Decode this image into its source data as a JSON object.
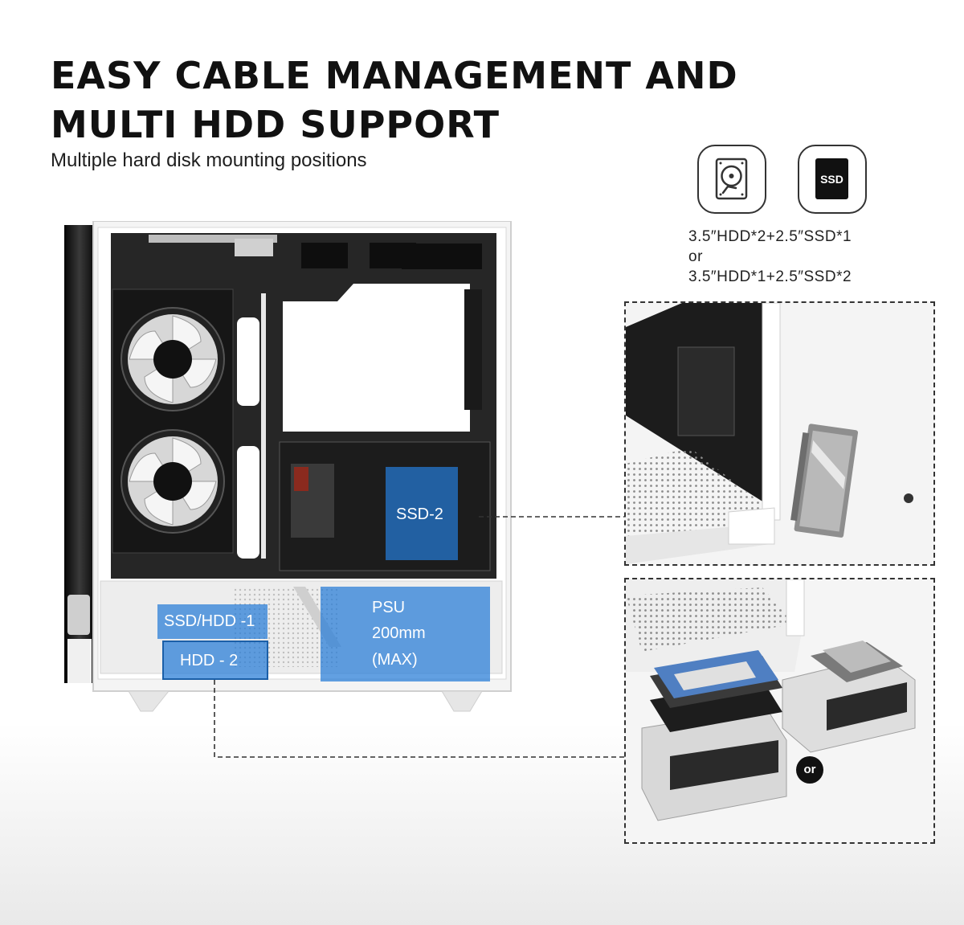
{
  "header": {
    "title_line1": "EASY CABLE MANAGEMENT AND",
    "title_line2": "MULTI HDD SUPPORT",
    "subtitle": "Multiple hard disk mounting positions"
  },
  "support": {
    "badges": [
      {
        "icon": "hdd-icon"
      },
      {
        "icon": "ssd-icon",
        "label": "SSD"
      }
    ],
    "option1": "3.5″HDD*2+2.5″SSD*1",
    "separator": "or",
    "option2": "3.5″HDD*1+2.5″SSD*2"
  },
  "case": {
    "zones": {
      "ssd2": "SSD-2",
      "ssd_hdd1": "SSD/HDD -1",
      "hdd2": "HDD - 2",
      "psu_line1": "PSU",
      "psu_line2": "200mm",
      "psu_line3": "(MAX)"
    },
    "accent_color": "#267cd7"
  },
  "detail": {
    "or_label": "or"
  }
}
